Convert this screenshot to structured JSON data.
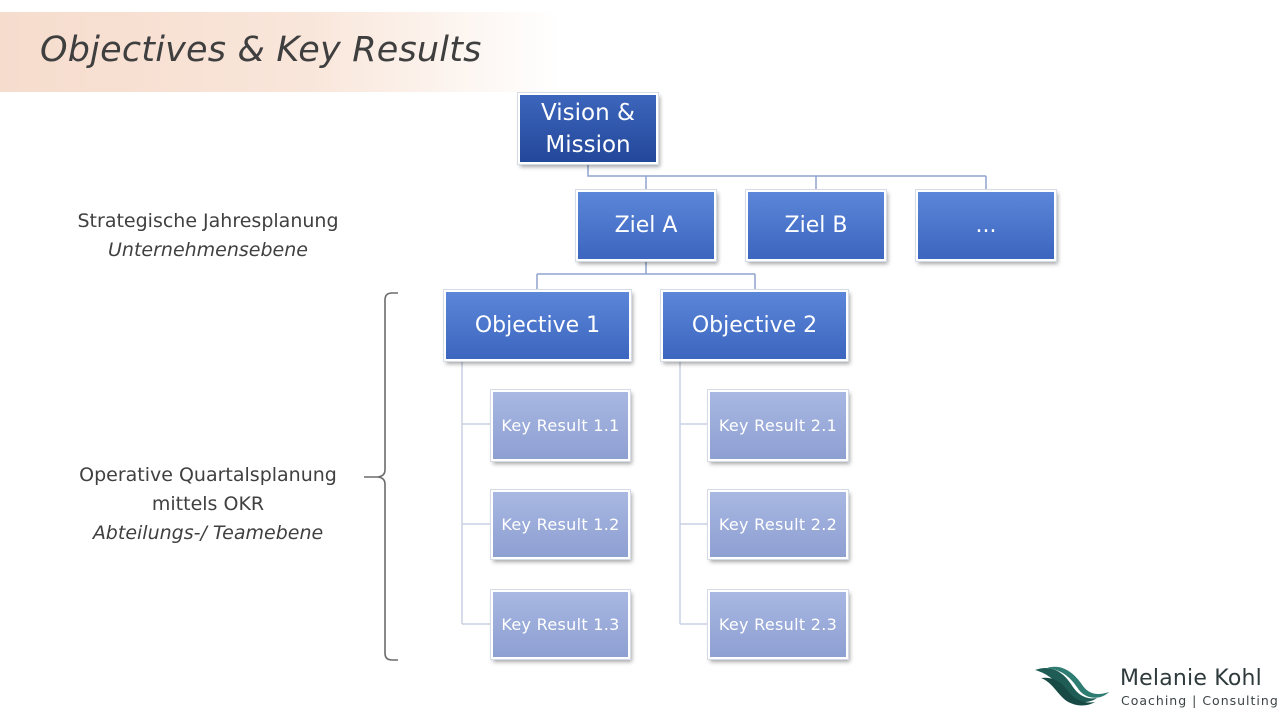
{
  "title": "Objectives & Key Results",
  "diagram": {
    "vision": "Vision & Mission",
    "goals": [
      "Ziel A",
      "Ziel B",
      "..."
    ],
    "objectives": [
      "Objective 1",
      "Objective 2"
    ],
    "key_results": {
      "objective_1": [
        "Key Result 1.1",
        "Key Result 1.2",
        "Key Result 1.3"
      ],
      "objective_2": [
        "Key Result 2.1",
        "Key Result 2.2",
        "Key Result 2.3"
      ]
    }
  },
  "labels": {
    "strategic_line1": "Strategische Jahresplanung",
    "strategic_line2": "Unternehmensebene",
    "operative_line1": "Operative Quartalsplanung",
    "operative_line2": "mittels OKR",
    "operative_line3": "Abteilungs-/ Teamebene"
  },
  "logo": {
    "name": "Melanie Kohl",
    "tagline": "Coaching | Consulting",
    "icon": "wave-logo-icon"
  },
  "colors": {
    "dark_box": "#23479a",
    "mid_box": "#3c66bf",
    "light_box": "#8e9fd2",
    "connector": "#8fa3cf",
    "title_band": "#f6dccd",
    "logo_teal": "#1f5c55"
  }
}
